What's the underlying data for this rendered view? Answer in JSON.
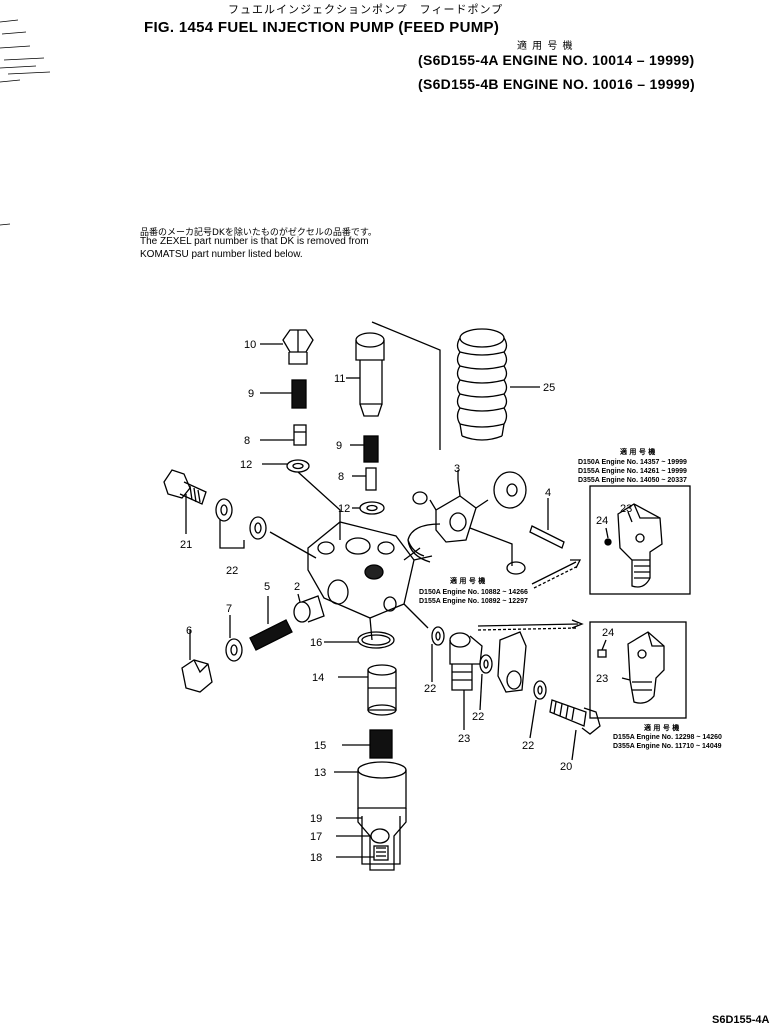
{
  "header": {
    "jp_title": "フュエルインジェクションポンプ　フィードポンプ",
    "fig_title": "FIG. 1454  FUEL INJECTION PUMP (FEED PUMP)",
    "applicable_jp": "適 用 号 機",
    "engine_a": "(S6D155-4A  ENGINE NO. 10014 – 19999)",
    "engine_b": "(S6D155-4B  ENGINE NO. 10016 – 19999)"
  },
  "note": {
    "jp": "品番のメーカ記号DKを除いたものがゼクセルの品番です。",
    "line1": "The ZEXEL part number is that DK is removed from",
    "line2": "KOMATSU part number listed below."
  },
  "callouts": {
    "c1": "10",
    "c2": "11",
    "c3": "25",
    "c4": "9",
    "c5": "8",
    "c6": "12",
    "c7": "9",
    "c8": "8",
    "c9": "12",
    "c10": "3",
    "c11": "4",
    "c12": "21",
    "c13": "22",
    "c14": "5",
    "c15": "2",
    "c16": "7",
    "c17": "6",
    "c18": "16",
    "c19": "14",
    "c20": "22",
    "c21": "23",
    "c22": "22",
    "c23": "22",
    "c24": "20",
    "c25": "15",
    "c26": "13",
    "c27": "19",
    "c28": "17",
    "c29": "18",
    "c30": "24",
    "c31": "23",
    "c32": "24",
    "c33": "23"
  },
  "box_top": {
    "label_jp": "適 用 号 機",
    "lines": [
      "D150A Engine No. 14357 ~ 19999",
      "D155A Engine No. 14261 ~ 19999",
      "D355A Engine No. 14050 ~ 20337"
    ]
  },
  "mid_note": {
    "label_jp": "適 用 号 機",
    "lines": [
      "D150A Engine No. 10882 ~ 14266",
      "D155A Engine No. 10892 ~ 12297"
    ]
  },
  "box_bottom": {
    "label_jp": "適 用 号 機",
    "lines": [
      "D155A Engine No. 12298 ~ 14260",
      "D355A Engine No. 11710 ~ 14049"
    ]
  },
  "footer": {
    "code": "S6D155-4A"
  }
}
